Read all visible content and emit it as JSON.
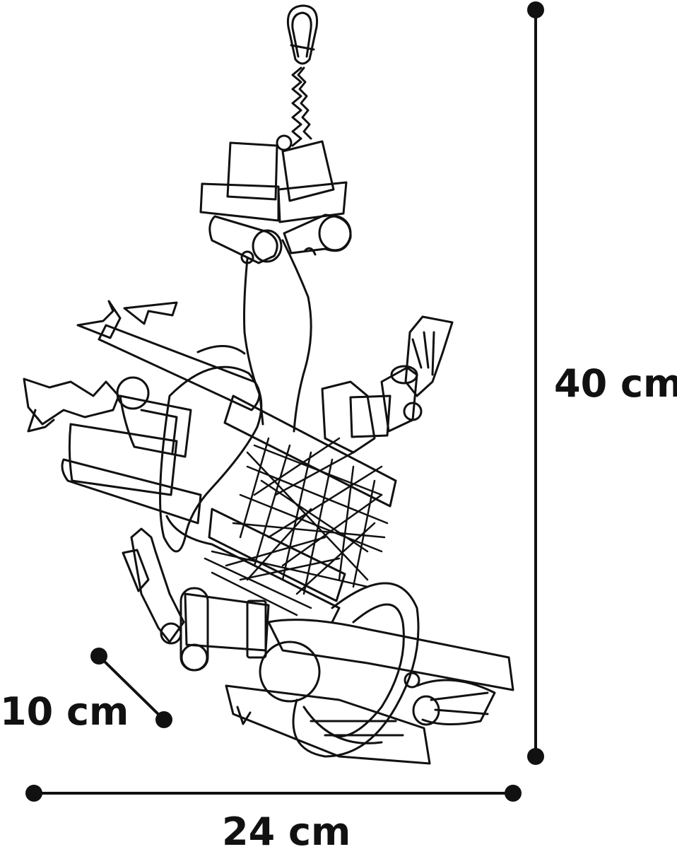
{
  "dimensions": {
    "height": "40 cm",
    "depth": "10 cm",
    "width": "24 cm"
  },
  "colors": {
    "line": "#111111",
    "background": "#ffffff"
  }
}
